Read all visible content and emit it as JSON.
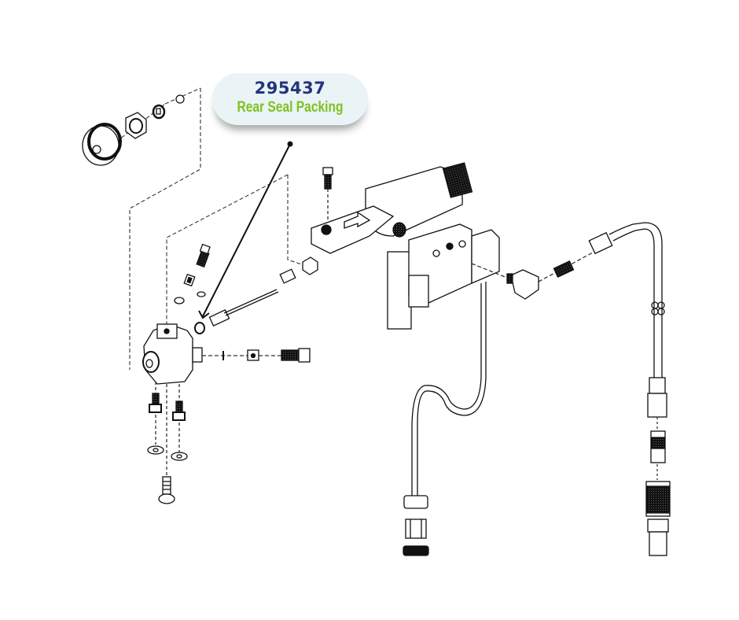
{
  "diagram": {
    "title": "Exploded parts diagram — spray gun assembly",
    "colors": {
      "line": "#111111",
      "dash": "#333333",
      "callout_bg": "#eaf4f6",
      "part_number": "#24347a",
      "part_label": "#7dc21e"
    }
  },
  "callout": {
    "part_number": "295437",
    "part_name": "Rear Seal Packing",
    "leader_icon": "pin-dot-arrow"
  },
  "parts": [
    {
      "id": "rear-cap-assembly",
      "icon": "cap-icon"
    },
    {
      "id": "hex-nut",
      "icon": "hex-nut-icon"
    },
    {
      "id": "retainer",
      "icon": "retainer-icon"
    },
    {
      "id": "small-screw",
      "icon": "screw-icon"
    },
    {
      "id": "needle-adjust-fitting",
      "icon": "fitting-icon"
    },
    {
      "id": "o-rings",
      "icon": "o-ring-icon"
    },
    {
      "id": "rear-seal-packing",
      "icon": "seal-icon"
    },
    {
      "id": "needle-assembly",
      "icon": "needle-icon"
    },
    {
      "id": "gun-body",
      "icon": "body-icon"
    },
    {
      "id": "side-plug",
      "icon": "plug-icon"
    },
    {
      "id": "mount-bracket-bolt",
      "icon": "bolt-icon"
    },
    {
      "id": "air-cylinder",
      "icon": "cylinder-icon"
    },
    {
      "id": "solenoid-valve",
      "icon": "solenoid-icon"
    },
    {
      "id": "elbow-fitting",
      "icon": "elbow-icon"
    },
    {
      "id": "nipple-fitting",
      "icon": "nipple-icon"
    },
    {
      "id": "fluid-hose",
      "icon": "hose-icon"
    },
    {
      "id": "electrical-cable-connector",
      "icon": "connector-icon"
    },
    {
      "id": "quick-disconnect-coupler",
      "icon": "coupler-icon"
    },
    {
      "id": "bottom-valves",
      "icon": "valve-icon"
    },
    {
      "id": "bottom-bolt",
      "icon": "bolt-icon"
    }
  ]
}
